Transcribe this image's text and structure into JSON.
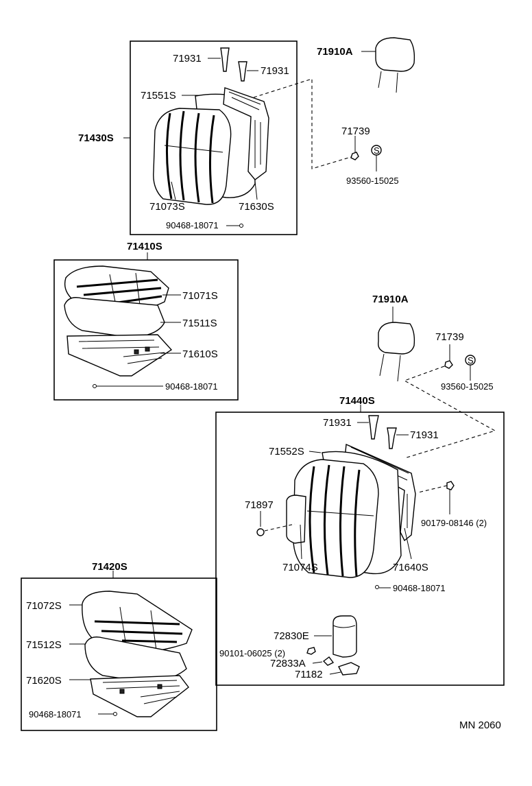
{
  "groups": {
    "upper_back": {
      "assy": "71430S",
      "cover": "71551S",
      "pad": "71073S",
      "frame": "71630S",
      "clip": "90468-18071",
      "hook_a": "71931",
      "hook_b": "71931"
    },
    "upper_head": {
      "headrest": "71910A",
      "guide": "71739",
      "support": "93560-15025",
      "mark": "S"
    },
    "cushion_a": {
      "assy": "71410S",
      "cover": "71071S",
      "pad": "71511S",
      "frame": "71610S",
      "clip": "90468-18071"
    },
    "lower_head": {
      "headrest": "71910A",
      "guide": "71739",
      "support": "93560-15025",
      "mark": "S"
    },
    "lower_back": {
      "assy": "71440S",
      "hook_a": "71931",
      "hook_b": "71931",
      "cover": "71552S",
      "button": "71897",
      "pad": "71074S",
      "frame": "71640S",
      "nut": "90179-08146 (2)",
      "clip": "90468-18071",
      "cover_e": "72830E",
      "screw": "90101-06025 (2)",
      "part_a": "72833A",
      "bracket": "71182"
    },
    "cushion_b": {
      "assy": "71420S",
      "cover": "71072S",
      "pad": "71512S",
      "frame": "71620S",
      "clip": "90468-18071"
    }
  },
  "footer": {
    "code": "MN 2060"
  }
}
